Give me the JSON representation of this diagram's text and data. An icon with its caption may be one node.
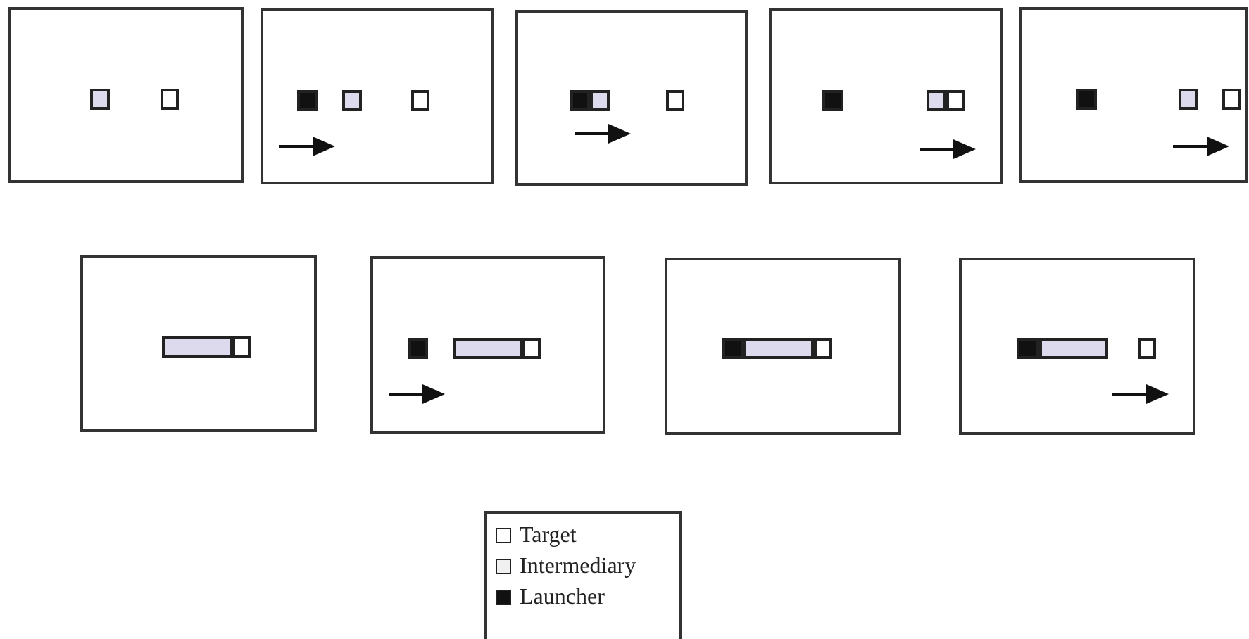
{
  "diagram": {
    "legend": [
      {
        "text": "Target",
        "color": "#ffffff"
      },
      {
        "text": "Intermediary",
        "color": "#f0f0f0"
      },
      {
        "text": "Launcher",
        "color": "#111111"
      }
    ]
  }
}
